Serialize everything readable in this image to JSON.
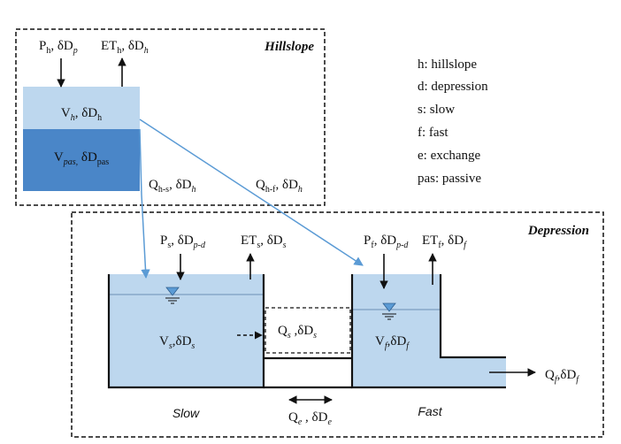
{
  "hillslope": {
    "title": "Hillslope",
    "inputs": {
      "precip": {
        "base": "P",
        "sub": "h",
        "delta": "δD",
        "dsub": "p"
      },
      "et": {
        "base": "ET",
        "sub": "h",
        "delta": "δD",
        "dsub": "h"
      }
    },
    "active_store": {
      "base": "V",
      "sub": "h",
      "delta": ", δD",
      "dsub": "h"
    },
    "passive_store": {
      "base": "V",
      "sub": "pas,",
      "delta": " δD",
      "dsub": "pas"
    },
    "flow_to_slow": {
      "base": "Q",
      "sub": "h-s",
      "delta": ", δD",
      "dsub": "h"
    },
    "flow_to_fast": {
      "base": "Q",
      "sub": "h-f",
      "delta": ", δD",
      "dsub": "h"
    }
  },
  "legend": [
    "h: hillslope",
    "d: depression",
    "s: slow",
    "f: fast",
    "e: exchange",
    "pas: passive"
  ],
  "depression": {
    "title": "Depression",
    "slow": {
      "precip": {
        "base": "P",
        "sub": "s",
        "delta": ", δD",
        "dsub": "p-d"
      },
      "et": {
        "base": "ET",
        "sub": "s",
        "delta": ", δD",
        "dsub": "s"
      },
      "store": {
        "base": "V",
        "sub": "s",
        "delta": ",δD",
        "dsub": "s"
      },
      "label": "Slow"
    },
    "fast": {
      "precip": {
        "base": "P",
        "sub": "f",
        "delta": ", δD",
        "dsub": "p-d"
      },
      "et": {
        "base": "ET",
        "sub": "f",
        "delta": ", δD",
        "dsub": "f"
      },
      "store": {
        "base": "V",
        "sub": "f",
        "delta": ",δD",
        "dsub": "f"
      },
      "label": "Fast"
    },
    "spill": {
      "base": "Q",
      "sub": "s",
      "delta": " ,δD",
      "dsub": "s"
    },
    "exchange": {
      "base": "Q",
      "sub": "e",
      "delta": " , δD",
      "dsub": "e"
    },
    "outflow": {
      "base": "Q",
      "sub": "f",
      "delta": ",δD",
      "dsub": "f"
    }
  },
  "colors": {
    "water_light": "#bdd7ee",
    "water_dark": "#5b9bd5",
    "passive_dark": "#4a86c8",
    "arrow_blue": "#5b9bd5",
    "outline": "#111111"
  }
}
